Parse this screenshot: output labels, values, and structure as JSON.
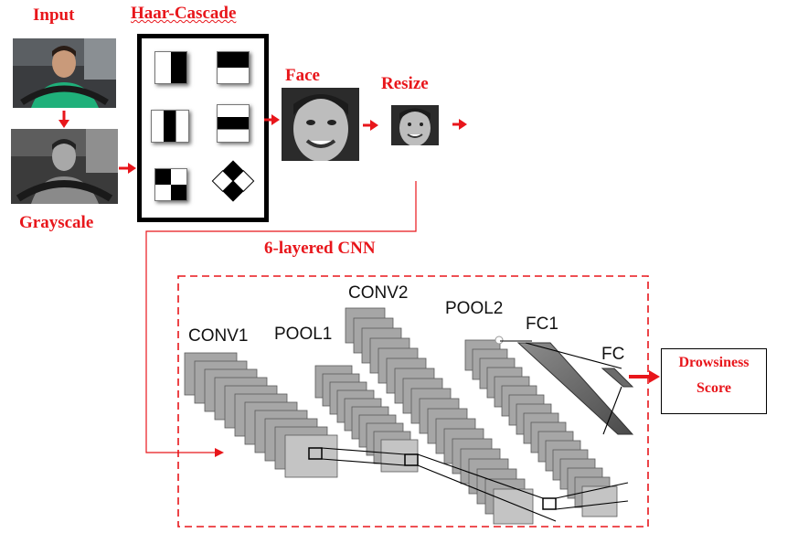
{
  "labels": {
    "input": "Input",
    "grayscale": "Grayscale",
    "haar_cascade": "Haar-Cascade",
    "face": "Face",
    "resize": "Resize",
    "cnn": "6-layered CNN"
  },
  "layers": {
    "conv1": "CONV1",
    "pool1": "POOL1",
    "conv2": "CONV2",
    "pool2": "POOL2",
    "fc1": "FC1",
    "fc": "FC"
  },
  "output": {
    "line1": "Drowsiness",
    "line2": "Score"
  },
  "colors": {
    "accent": "#e8161b",
    "dashed_border": "#e8161b",
    "layer_fill": "#a9a9a9",
    "layer_edge": "#5a5a5a"
  },
  "haar_features": [
    "edge-vertical",
    "edge-horizontal",
    "line-vertical",
    "line-horizontal",
    "four-rectangle",
    "diagonal"
  ]
}
